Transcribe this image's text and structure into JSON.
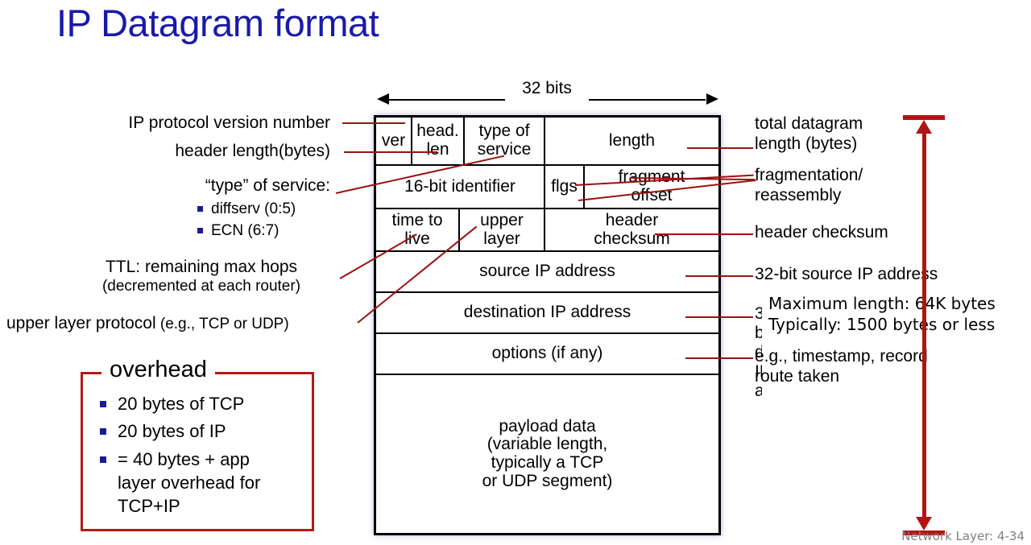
{
  "slide": {
    "title": "IP Datagram format",
    "footer": "Network Layer: 4-34"
  },
  "ruler": {
    "label": "32 bits"
  },
  "datagram": {
    "rows": [
      {
        "cells": [
          {
            "text": "ver",
            "name": "field-ver"
          },
          {
            "text": "head.\nlen",
            "name": "field-head-len"
          },
          {
            "text": "type of\nservice",
            "name": "field-type-of-service"
          },
          {
            "text": "length",
            "name": "field-length"
          }
        ]
      },
      {
        "cells": [
          {
            "text": "16-bit identifier",
            "name": "field-identifier"
          },
          {
            "text": "flgs",
            "name": "field-flags"
          },
          {
            "text": "fragment\noffset",
            "name": "field-fragment-offset"
          }
        ]
      },
      {
        "cells": [
          {
            "text": "time to\nlive",
            "name": "field-time-to-live"
          },
          {
            "text": "upper\nlayer",
            "name": "field-upper-layer"
          },
          {
            "text": "header\nchecksum",
            "name": "field-header-checksum"
          }
        ]
      },
      {
        "cells": [
          {
            "text": "source IP address",
            "name": "field-source-ip"
          }
        ]
      },
      {
        "cells": [
          {
            "text": "destination IP address",
            "name": "field-destination-ip"
          }
        ]
      },
      {
        "cells": [
          {
            "text": "options (if any)",
            "name": "field-options"
          }
        ]
      },
      {
        "cells": [
          {
            "text": "payload data\n(variable length,\ntypically a TCP\nor UDP segment)",
            "name": "field-payload"
          }
        ]
      }
    ],
    "ver": "ver",
    "head_len": "head.\nlen",
    "type_of_service": "type of\nservice",
    "length": "length",
    "identifier": "16-bit identifier",
    "flgs": "flgs",
    "fragment_offset": "fragment\noffset",
    "time_to_live": "time to\nlive",
    "upper_layer": "upper\nlayer",
    "header_checksum": "header\nchecksum",
    "source_ip": "source IP address",
    "destination_ip": "destination IP address",
    "options": "options (if any)",
    "payload": "payload data\n(variable length,\ntypically a TCP\nor UDP segment)"
  },
  "left_labels": {
    "version": "IP protocol version number",
    "header_length": "header length(bytes)",
    "type_of_service": "“type” of service:",
    "tos_bullets": [
      "diffserv (0:5)",
      "ECN (6:7)"
    ],
    "ttl_line1": "TTL: remaining  max hops",
    "ttl_line2": "(decremented at each router)",
    "upper_layer_strong": "upper layer protocol",
    "upper_layer_small": " (e.g., TCP or UDP)"
  },
  "right_labels": {
    "total_length": "total datagram\nlength (bytes)",
    "fragmentation": "fragmentation/\nreassembly",
    "header_checksum": "header checksum",
    "source_ip": "32-bit source IP address",
    "options_example": "e.g., timestamp, record\nroute taken",
    "hidden_destination_sliver": "32-bit destination IP address",
    "overlay_note_line1": "Maximum length: 64K bytes",
    "overlay_note_line2": "Typically: 1500 bytes or less"
  },
  "overhead": {
    "title": "overhead",
    "items": [
      "20 bytes of TCP",
      "20 bytes of IP",
      "= 40 bytes + app\nlayer overhead for\nTCP+IP"
    ]
  },
  "colors": {
    "title_blue": "#1a1aa8",
    "connector_red": "#9b1111",
    "arrow_red": "#b21414",
    "box_red": "#b51919",
    "bullet_navy": "#1b1b8f",
    "footer_gray": "#808080"
  }
}
